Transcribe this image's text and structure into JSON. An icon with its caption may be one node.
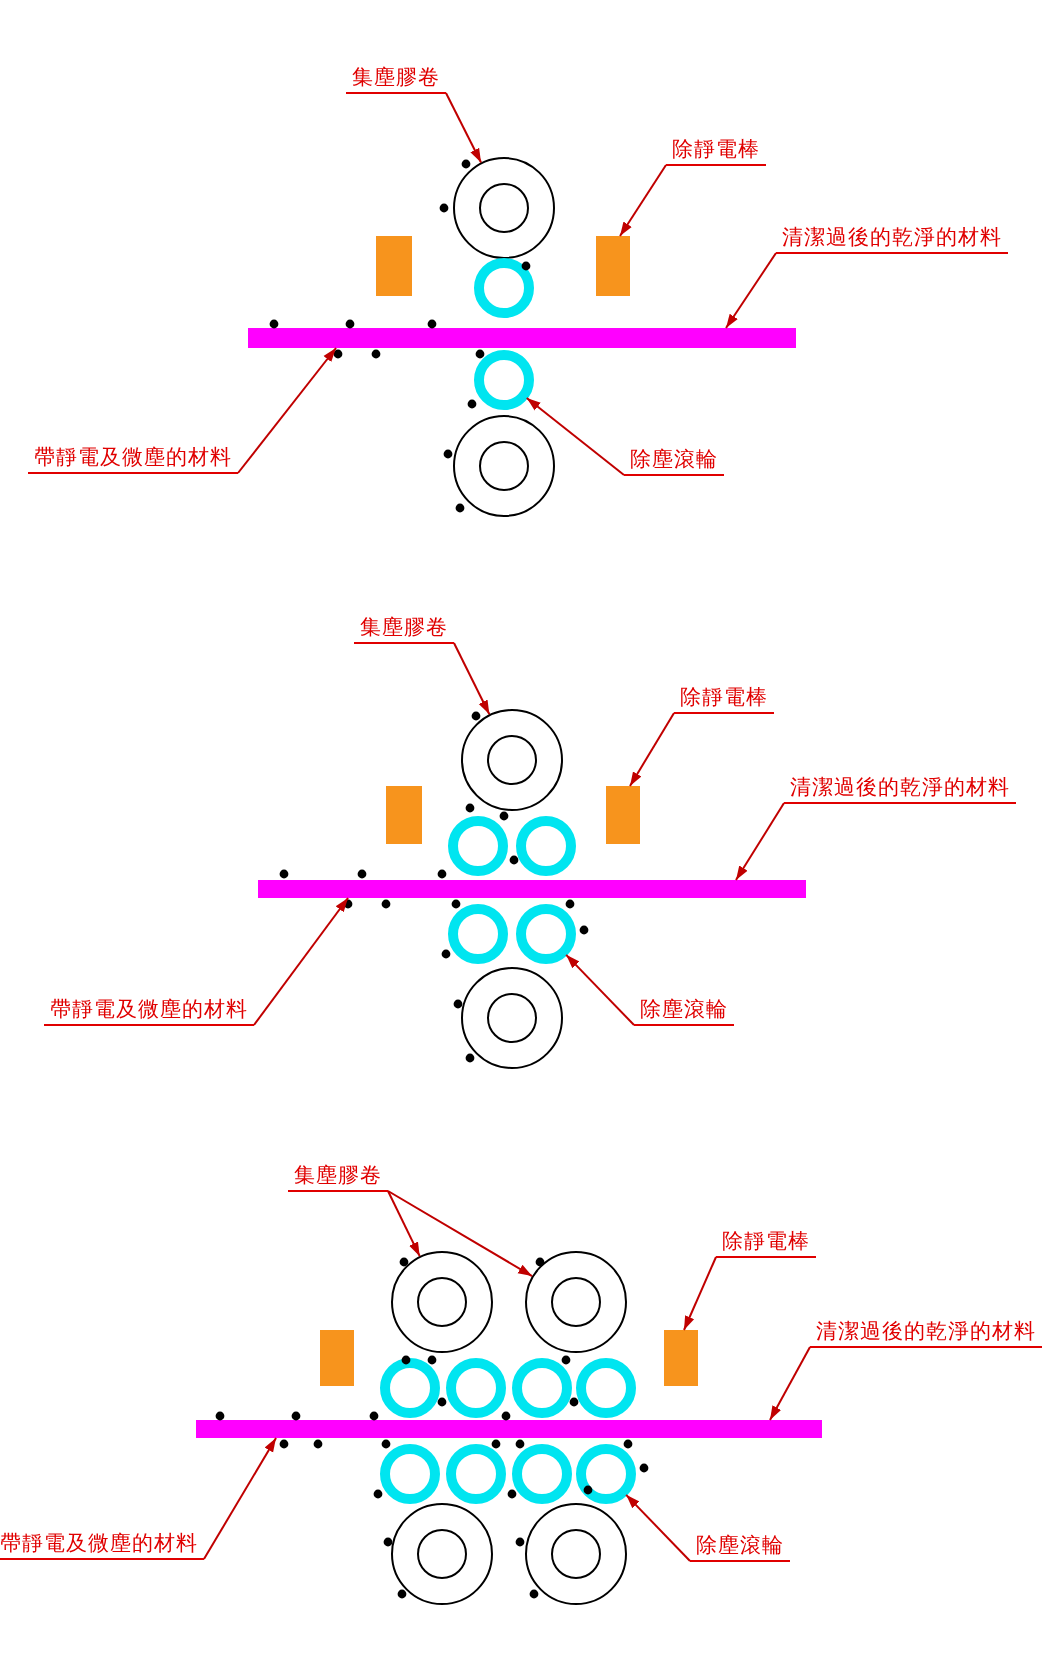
{
  "diagram": {
    "nodes": [
      {
        "text": [
          "集塵膠卷"
        ]
      },
      {
        "text": [],
        "shape": "circle"
      },
      {
        "text": [
          "除靜電棒"
        ]
      },
      {
        "text": [],
        "shape": "box"
      },
      {
        "text": [],
        "shape": "box"
      },
      {
        "text": [],
        "shape": "ring"
      },
      {
        "text": [
          "清潔過後的乾淨的材料"
        ]
      },
      {
        "text": [],
        "shape": "bar"
      },
      {
        "text": [],
        "shape": "ring"
      },
      {
        "text": [
          "帶靜電及微塵的材料"
        ]
      },
      {
        "text": [
          "除塵滾輪"
        ]
      },
      {
        "text": [],
        "shape": "circle"
      },
      {
        "text": [
          "集塵膠卷"
        ]
      },
      {
        "text": [],
        "shape": "circle"
      },
      {
        "text": [
          "除靜電棒"
        ]
      },
      {
        "text": [],
        "shape": "box"
      },
      {
        "text": [],
        "shape": "box"
      },
      {
        "text": [],
        "shape": "ring"
      },
      {
        "text": [],
        "shape": "ring"
      },
      {
        "text": [
          "清潔過後的乾淨的材料"
        ]
      },
      {
        "text": [],
        "shape": "bar"
      },
      {
        "text": [],
        "shape": "ring"
      },
      {
        "text": [],
        "shape": "ring"
      },
      {
        "text": [
          "帶靜電及微塵的材料"
        ]
      },
      {
        "text": [
          "除塵滾輪"
        ]
      },
      {
        "text": [],
        "shape": "circle"
      },
      {
        "text": [
          "集塵膠卷"
        ]
      },
      {
        "text": [],
        "shape": "circle"
      },
      {
        "text": [],
        "shape": "circle"
      },
      {
        "text": [
          "除靜電棒"
        ]
      },
      {
        "text": [],
        "shape": "box"
      },
      {
        "text": [],
        "shape": "box"
      },
      {
        "text": [],
        "shape": "ring"
      },
      {
        "text": [],
        "shape": "ring"
      },
      {
        "text": [],
        "shape": "ring"
      },
      {
        "text": [],
        "shape": "ring"
      },
      {
        "text": [
          "清潔過後的乾淨的材料"
        ]
      },
      {
        "text": [],
        "shape": "bar"
      },
      {
        "text": [],
        "shape": "ring"
      },
      {
        "text": [],
        "shape": "ring"
      },
      {
        "text": [],
        "shape": "ring"
      },
      {
        "text": [],
        "shape": "ring"
      },
      {
        "text": [
          "帶靜電及微塵的材料"
        ]
      },
      {
        "text": [
          "除塵滾輪"
        ]
      },
      {
        "text": [],
        "shape": "circle"
      },
      {
        "text": [],
        "shape": "circle"
      }
    ],
    "edges": [
      {
        "from": 0,
        "to": 1,
        "arrow": "to"
      },
      {
        "from": 2,
        "to": 4,
        "arrow": "to"
      },
      {
        "from": 6,
        "to": 7,
        "arrow": "to"
      },
      {
        "from": 9,
        "to": 7,
        "arrow": "to"
      },
      {
        "from": 10,
        "to": 8,
        "arrow": "to"
      },
      {
        "from": 12,
        "to": 13,
        "arrow": "to"
      },
      {
        "from": 14,
        "to": 16,
        "arrow": "to"
      },
      {
        "from": 19,
        "to": 20,
        "arrow": "to"
      },
      {
        "from": 23,
        "to": 20,
        "arrow": "to"
      },
      {
        "from": 24,
        "to": 22,
        "arrow": "to"
      },
      {
        "from": 26,
        "to": 27,
        "arrow": "to"
      },
      {
        "from": 26,
        "to": 28,
        "arrow": "to"
      },
      {
        "from": 29,
        "to": 31,
        "arrow": "to"
      },
      {
        "from": 36,
        "to": 37,
        "arrow": "to"
      },
      {
        "from": 42,
        "to": 37,
        "arrow": "to"
      },
      {
        "from": 43,
        "to": 41,
        "arrow": "to"
      }
    ]
  }
}
